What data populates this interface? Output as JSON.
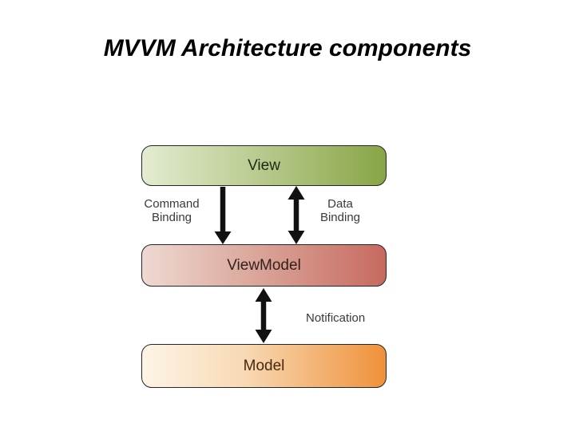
{
  "title": "MVVM Architecture components",
  "colors": {
    "background": "#ffffff",
    "title_text": "#000000",
    "arrow": "#111111",
    "node_border": "#262626",
    "edge_label_text": "#3a3a3a"
  },
  "diagram": {
    "nodes": [
      {
        "id": "view",
        "label": "View",
        "fill_left": "#e3ecd1",
        "fill_mid": "#becf97",
        "fill_right": "#88a546",
        "label_color": "#232a13"
      },
      {
        "id": "viewmodel",
        "label": "ViewModel",
        "fill_left": "#eed9d2",
        "fill_mid": "#dcab9f",
        "fill_right": "#c76a60",
        "label_color": "#33211d"
      },
      {
        "id": "model",
        "label": "Model",
        "fill_left": "#fdf4e7",
        "fill_mid": "#f8d9b4",
        "fill_right": "#ef913a",
        "label_color": "#45290f"
      }
    ],
    "edges": [
      {
        "id": "command-binding",
        "label": "Command\nBinding",
        "from": "View",
        "to": "ViewModel",
        "direction": "down"
      },
      {
        "id": "data-binding",
        "label": "Data\nBinding",
        "from": "View",
        "to": "ViewModel",
        "direction": "both"
      },
      {
        "id": "notification",
        "label": "Notification",
        "from": "ViewModel",
        "to": "Model",
        "direction": "both"
      }
    ]
  }
}
